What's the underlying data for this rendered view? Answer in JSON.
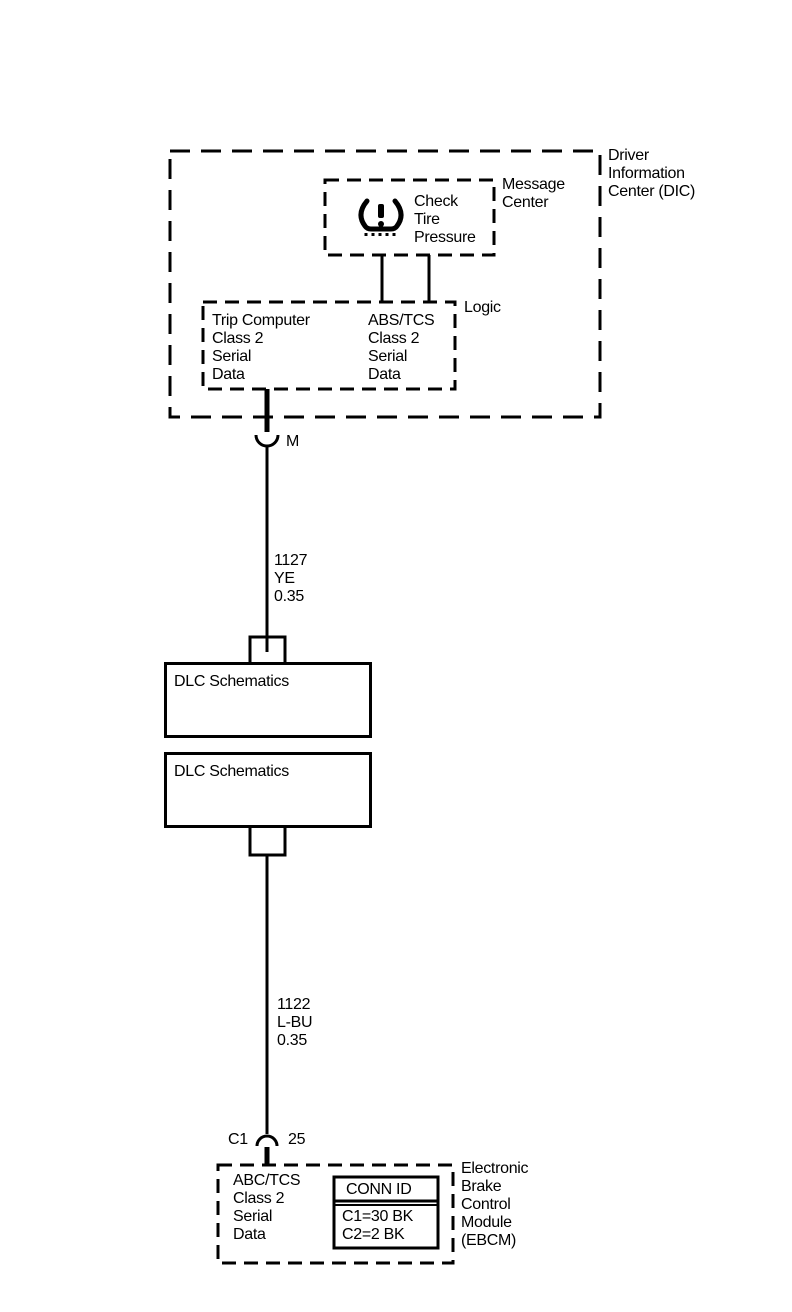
{
  "dic": {
    "label": "Driver\nInformation\nCenter (DIC)",
    "message_center": {
      "label": "Message\nCenter",
      "indicator_text": "Check\nTire\nPressure",
      "icon": "tire-pressure-warning-icon"
    },
    "logic": {
      "label": "Logic",
      "trip_computer": "Trip Computer\nClass 2\nSerial\nData",
      "abs_tcs": "ABS/TCS\nClass 2\nSerial\nData"
    }
  },
  "connector_m": {
    "label": "M"
  },
  "wire_1": {
    "circuit": "1127",
    "color": "YE",
    "gauge": "0.35"
  },
  "dlc_top": {
    "label": "DLC Schematics"
  },
  "dlc_bottom": {
    "label": "DLC Schematics"
  },
  "wire_2": {
    "circuit": "1122",
    "color": "L-BU",
    "gauge": "0.35"
  },
  "connector_c1": {
    "label": "C1",
    "pin": "25"
  },
  "ebcm": {
    "label": "Electronic\nBrake\nControl\nModule\n(EBCM)",
    "data_label": "ABC/TCS\nClass 2\nSerial\nData",
    "conn_id": {
      "title": "CONN ID",
      "entries": "C1=30 BK\nC2=2 BK"
    }
  }
}
